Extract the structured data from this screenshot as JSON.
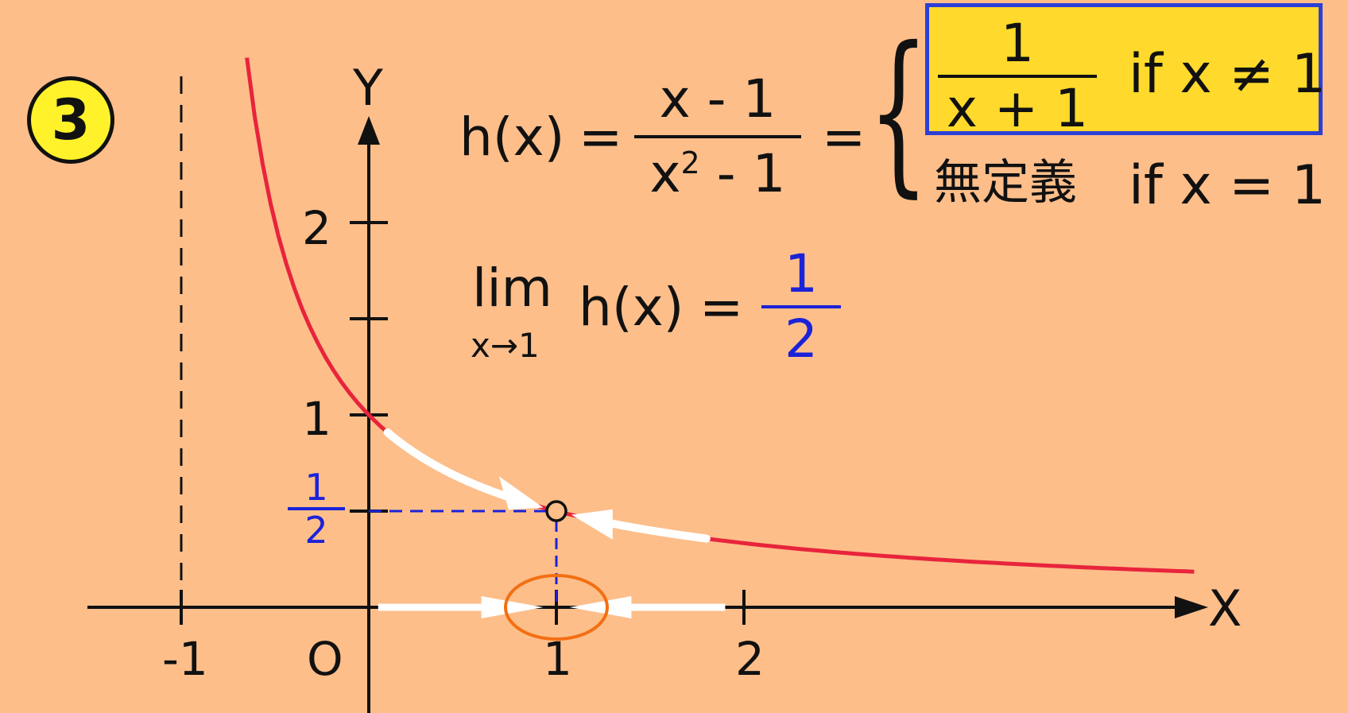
{
  "problem_number": "3",
  "axes": {
    "x_label": "X",
    "y_label": "Y",
    "origin_label": "O",
    "x_ticks": [
      "-1",
      "1",
      "2"
    ],
    "y_ticks": [
      "1",
      "2"
    ],
    "y_half_num": "1",
    "y_half_den": "2"
  },
  "definition": {
    "lhs": "h(x)",
    "eq1": "=",
    "num": "x - 1",
    "den_base": "x",
    "den_exp": "2",
    "den_rest": " - 1",
    "eq2": "=",
    "case1_num": "1",
    "case1_den": "x + 1",
    "case1_cond": "if x ≠ 1",
    "case2_text": "無定義",
    "case2_cond": "if x = 1"
  },
  "limit": {
    "lim": "lim",
    "sub": "x→1",
    "fn": "h(x)",
    "eq": "=",
    "value_num": "1",
    "value_den": "2"
  },
  "curve": {
    "function": "1/(x+1)",
    "x_range": [
      -0.65,
      4.4
    ],
    "hole": [
      1,
      0.5
    ],
    "vertical_asymptote": -1
  },
  "colors": {
    "background": "#FDBE8A",
    "curve": "#E8243C",
    "highlight": "#FFFFFF",
    "blue": "#1B22D8",
    "box_fill": "#FFD92B",
    "box_border": "#2C3FD6",
    "ellipse": "#F36F12"
  }
}
